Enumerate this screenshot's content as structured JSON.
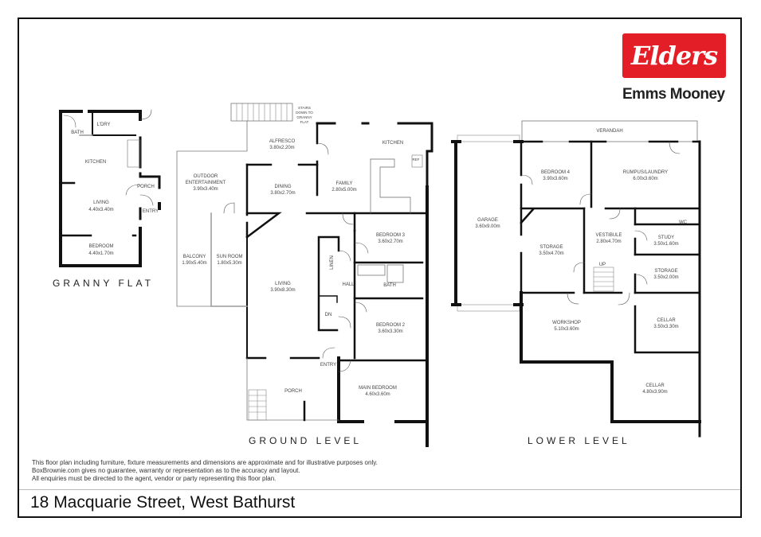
{
  "brand": {
    "logo_text": "Elders",
    "office_name": "Emms Mooney",
    "brand_color": "#e41e26"
  },
  "levels": {
    "granny_flat": {
      "label": "GRANNY FLAT",
      "rooms": [
        {
          "name": "BATH",
          "size": ""
        },
        {
          "name": "L'DRY",
          "size": ""
        },
        {
          "name": "KITCHEN",
          "size": ""
        },
        {
          "name": "PORCH",
          "size": ""
        },
        {
          "name": "LIVING",
          "size": "4.40x3.40m"
        },
        {
          "name": "ENTRY",
          "size": ""
        },
        {
          "name": "BEDROOM",
          "size": "4.40x1.70m"
        }
      ]
    },
    "ground_level": {
      "label": "GROUND LEVEL",
      "stairs_note": [
        "STAIRS",
        "DOWN TO",
        "GRANNY",
        "FLAT"
      ],
      "rooms": [
        {
          "name": "ALFRESCO",
          "size": "3.80x2.20m"
        },
        {
          "name": "KITCHEN",
          "size": ""
        },
        {
          "name": "REF",
          "size": ""
        },
        {
          "name": "OUTDOOR",
          "name2": "ENTERTAINMENT",
          "size": "3.90x3.40m"
        },
        {
          "name": "DINING",
          "size": "3.80x2.70m"
        },
        {
          "name": "FAMILY",
          "size": "2.80x5.00m"
        },
        {
          "name": "BEDROOM 3",
          "size": "3.60x2.70m"
        },
        {
          "name": "BALCONY",
          "size": "1.90x5.40m"
        },
        {
          "name": "SUN ROOM",
          "size": "1.80x5.30m"
        },
        {
          "name": "LINEN",
          "size": ""
        },
        {
          "name": "HALL",
          "size": ""
        },
        {
          "name": "BATH",
          "size": ""
        },
        {
          "name": "LIVING",
          "size": "3.90x8.30m"
        },
        {
          "name": "DN",
          "size": ""
        },
        {
          "name": "BEDROOM 2",
          "size": "3.60x3.30m"
        },
        {
          "name": "ENTRY",
          "size": ""
        },
        {
          "name": "PORCH",
          "size": ""
        },
        {
          "name": "MAIN BEDROOM",
          "size": "4.60x3.60m"
        }
      ]
    },
    "lower_level": {
      "label": "LOWER LEVEL",
      "rooms": [
        {
          "name": "VERANDAH",
          "size": ""
        },
        {
          "name": "GARAGE",
          "size": "3.60x9.00m"
        },
        {
          "name": "BEDROOM 4",
          "size": "3.90x3.60m"
        },
        {
          "name": "RUMPUS/LAUNDRY",
          "size": "6.00x3.60m"
        },
        {
          "name": "WC",
          "size": ""
        },
        {
          "name": "STORAGE",
          "size": "3.50x4.70m"
        },
        {
          "name": "VESTIBULE",
          "size": "2.80x4.70m"
        },
        {
          "name": "STUDY",
          "size": "3.50x1.60m"
        },
        {
          "name": "UP",
          "size": ""
        },
        {
          "name": "STORAGE",
          "size": "3.50x2.00m"
        },
        {
          "name": "WORKSHOP",
          "size": "5.10x3.60m"
        },
        {
          "name": "CELLAR",
          "size": "3.50x3.30m"
        },
        {
          "name": "CELLAR",
          "size": "4.80x3.90m"
        }
      ]
    }
  },
  "disclaimer": [
    "This floor plan including furniture, fixture measurements and dimensions are approximate and for illustrative purposes only.",
    "BoxBrownie.com gives no guarantee, warranty or representation as to the accuracy and layout.",
    "All enquiries must be directed to the agent, vendor or party representing this floor plan."
  ],
  "address": "18 Macquarie Street, West Bathurst"
}
